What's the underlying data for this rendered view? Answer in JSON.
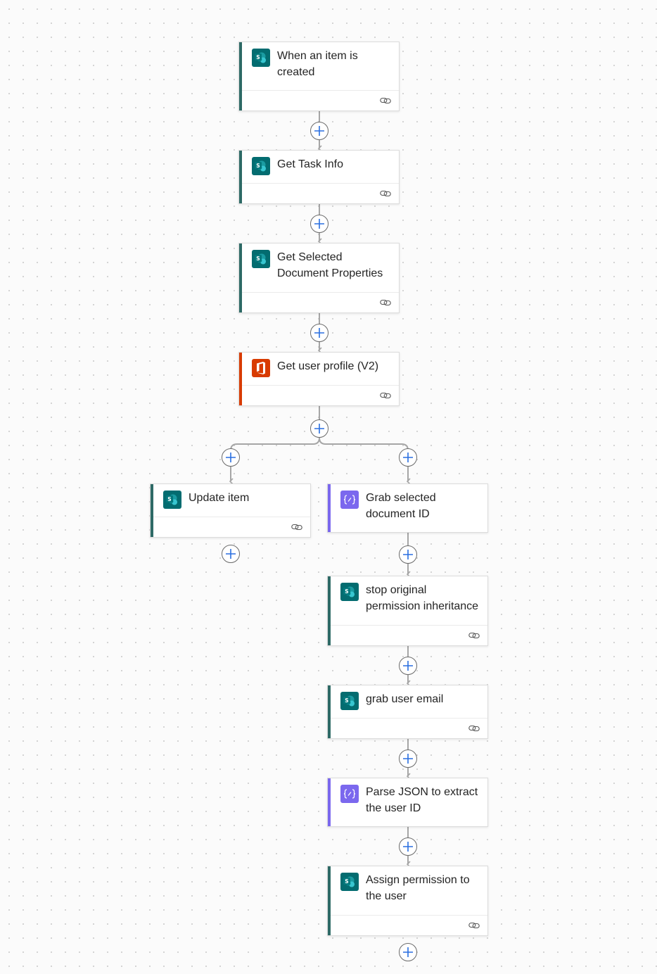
{
  "flow": {
    "steps": [
      {
        "id": "trigger",
        "title": "When an item is created",
        "connector": "sharepoint"
      },
      {
        "id": "get-task-info",
        "title": "Get Task Info",
        "connector": "sharepoint"
      },
      {
        "id": "get-doc-props",
        "title": "Get Selected Document Properties",
        "connector": "sharepoint"
      },
      {
        "id": "get-user-profile",
        "title": "Get user profile (V2)",
        "connector": "office365"
      },
      {
        "id": "update-item",
        "title": "Update item",
        "connector": "sharepoint"
      },
      {
        "id": "grab-doc-id",
        "title": "Grab selected document ID",
        "connector": "data-operation"
      },
      {
        "id": "stop-inheritance",
        "title": "stop original permission inheritance",
        "connector": "sharepoint"
      },
      {
        "id": "grab-user-email",
        "title": "grab user email",
        "connector": "sharepoint"
      },
      {
        "id": "parse-json",
        "title": "Parse JSON to extract the user ID",
        "connector": "data-operation"
      },
      {
        "id": "assign-permission",
        "title": "Assign permission to the user",
        "connector": "sharepoint"
      }
    ]
  },
  "colors": {
    "sharepoint": "#036c70",
    "office365": "#d83b01",
    "data_operation": "#7b68ee",
    "connector_line": "#a6a6a6",
    "add_plus": "#2a6fe0"
  },
  "icons": {
    "sharepoint": "sharepoint-icon",
    "office365": "office365-icon",
    "data_operation": "data-operation-icon",
    "card_footer": "link-icon",
    "insert": "plus-icon"
  }
}
